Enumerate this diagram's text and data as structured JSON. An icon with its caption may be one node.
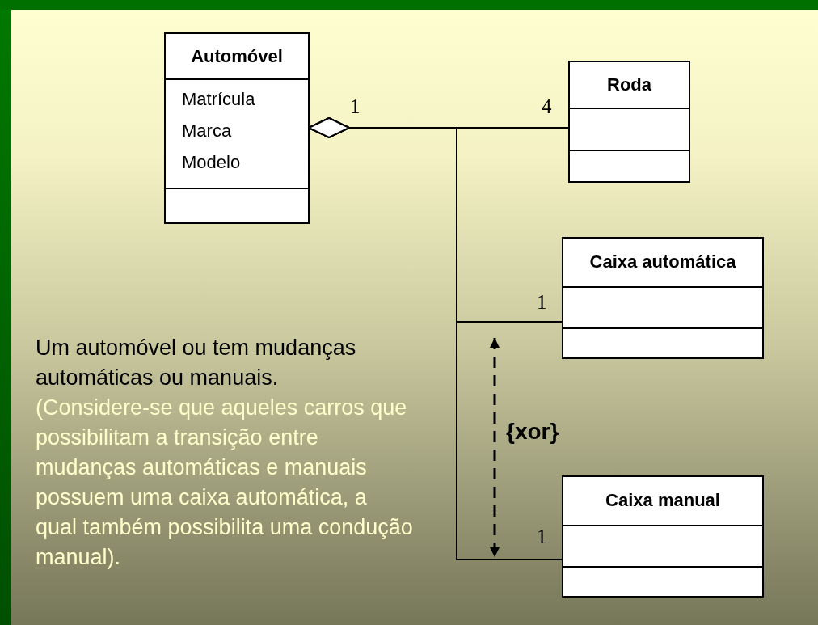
{
  "diagram": {
    "nodes": [
      {
        "text": [
          "Automóvel",
          "Matrícula Marca Modelo"
        ]
      },
      {
        "text": [
          "Roda"
        ]
      },
      {
        "text": [
          "Caixa automática"
        ]
      },
      {
        "text": [
          "Caixa manual"
        ]
      }
    ],
    "edges": [
      {
        "from": 0,
        "to": 1,
        "arrow": "other"
      },
      {
        "from": 0,
        "to": 2,
        "arrow": "other"
      },
      {
        "from": 0,
        "to": 3,
        "arrow": "other"
      }
    ],
    "labels": [
      "1",
      "4",
      "1",
      "1",
      "{xor}",
      "Um automóvel ou tem mudanças automáticas ou manuais.",
      "(Considere-se que aqueles carros que possibilitam a transição entre mudanças automáticas e manuais possuem uma caixa automática, a qual também possibilita uma condução manual)."
    ]
  }
}
